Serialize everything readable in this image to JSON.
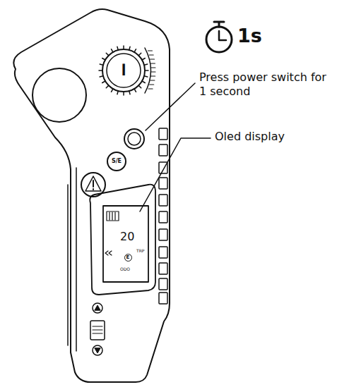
{
  "diagram": {
    "nodes": [
      {
        "text": [
          "S/E"
        ]
      },
      {
        "text": [
          "E"
        ]
      }
    ],
    "labels": [
      "1s",
      "Press power switch for 1 second",
      "Oled display",
      "20",
      "TRP",
      "ODO"
    ]
  }
}
